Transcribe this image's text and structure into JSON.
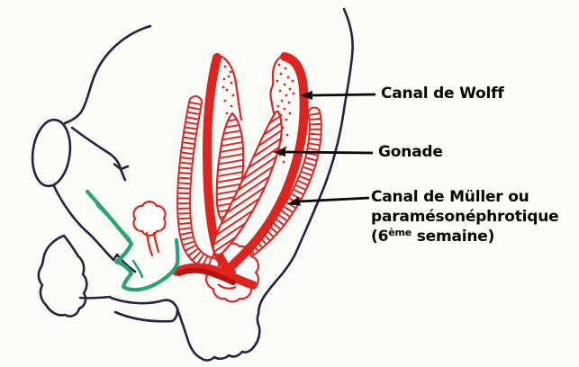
{
  "figure": {
    "type": "hand-drawn embryology diagram",
    "background_color": "#fcfcf9",
    "ink_color": "#232340",
    "duct_red": "#e2231d",
    "dark_red": "#b5130f",
    "sinus_green": "#28a375",
    "labels": {
      "wolff": "Canal de Wolff",
      "gonade": "Gonade",
      "muller_line1": "Canal de Müller ou",
      "muller_line2": "paramésonéphrotique",
      "muller_line3_pre": "(6",
      "muller_line3_sup": "ème",
      "muller_line3_post": " semaine)"
    },
    "arrows": [
      {
        "target": "Canal de Wolff"
      },
      {
        "target": "Gonade"
      },
      {
        "target": "Canal de Müller ou paramésonéphrotique"
      }
    ]
  }
}
